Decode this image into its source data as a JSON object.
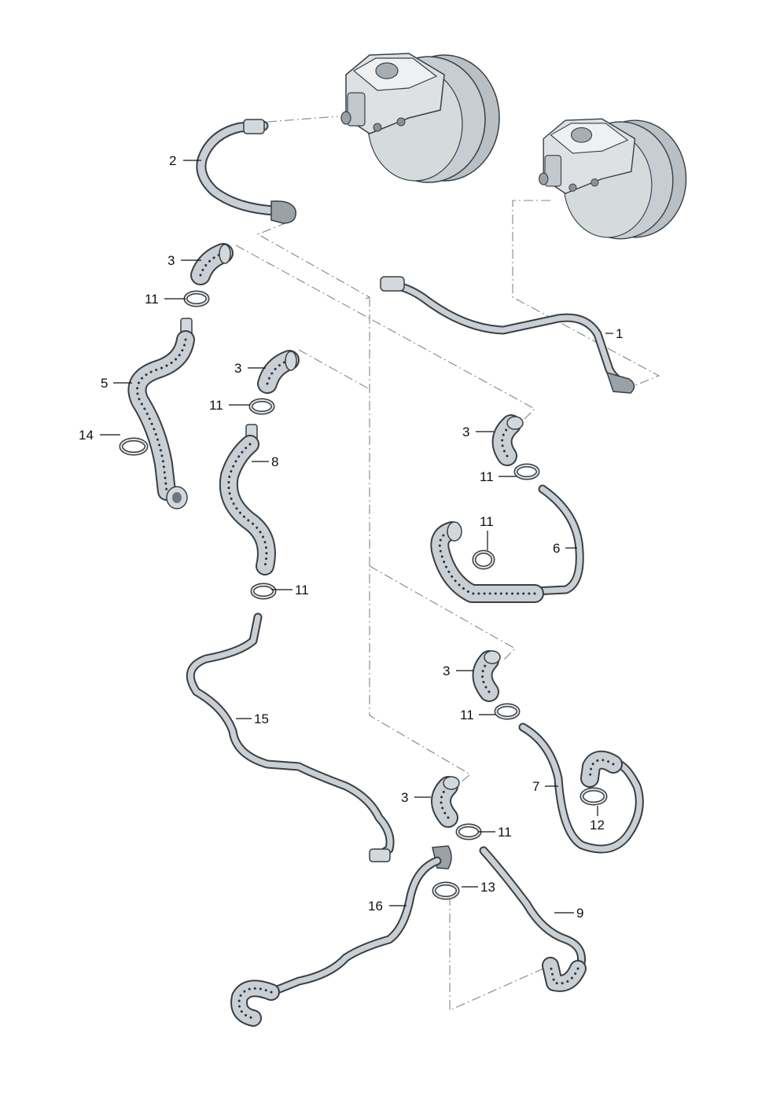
{
  "diagram": {
    "callouts": [
      {
        "id": "c1",
        "label": "1"
      },
      {
        "id": "c2",
        "label": "2"
      },
      {
        "id": "c3a",
        "label": "3"
      },
      {
        "id": "c3b",
        "label": "3"
      },
      {
        "id": "c3c",
        "label": "3"
      },
      {
        "id": "c3d",
        "label": "3"
      },
      {
        "id": "c3e",
        "label": "3"
      },
      {
        "id": "c5",
        "label": "5"
      },
      {
        "id": "c6",
        "label": "6"
      },
      {
        "id": "c7",
        "label": "7"
      },
      {
        "id": "c8",
        "label": "8"
      },
      {
        "id": "c9",
        "label": "9"
      },
      {
        "id": "c11a",
        "label": "11"
      },
      {
        "id": "c11b",
        "label": "11"
      },
      {
        "id": "c11c",
        "label": "11"
      },
      {
        "id": "c11d",
        "label": "11"
      },
      {
        "id": "c11e",
        "label": "11"
      },
      {
        "id": "c11f",
        "label": "11"
      },
      {
        "id": "c11g",
        "label": "11"
      },
      {
        "id": "c12",
        "label": "12"
      },
      {
        "id": "c13",
        "label": "13"
      },
      {
        "id": "c14",
        "label": "14"
      },
      {
        "id": "c15",
        "label": "15"
      },
      {
        "id": "c16",
        "label": "16"
      }
    ],
    "icons": {
      "booster_top": "brake-booster-icon",
      "booster_right": "brake-booster-icon",
      "clamp": "hose-clamp-icon",
      "elbow": "hose-elbow-icon"
    },
    "colors": {
      "line": "#111111",
      "dash": "#7c8890",
      "hose": "#3a3f44",
      "hose_fill": "#c9cfd4",
      "metal": "#d3d8dc"
    }
  }
}
